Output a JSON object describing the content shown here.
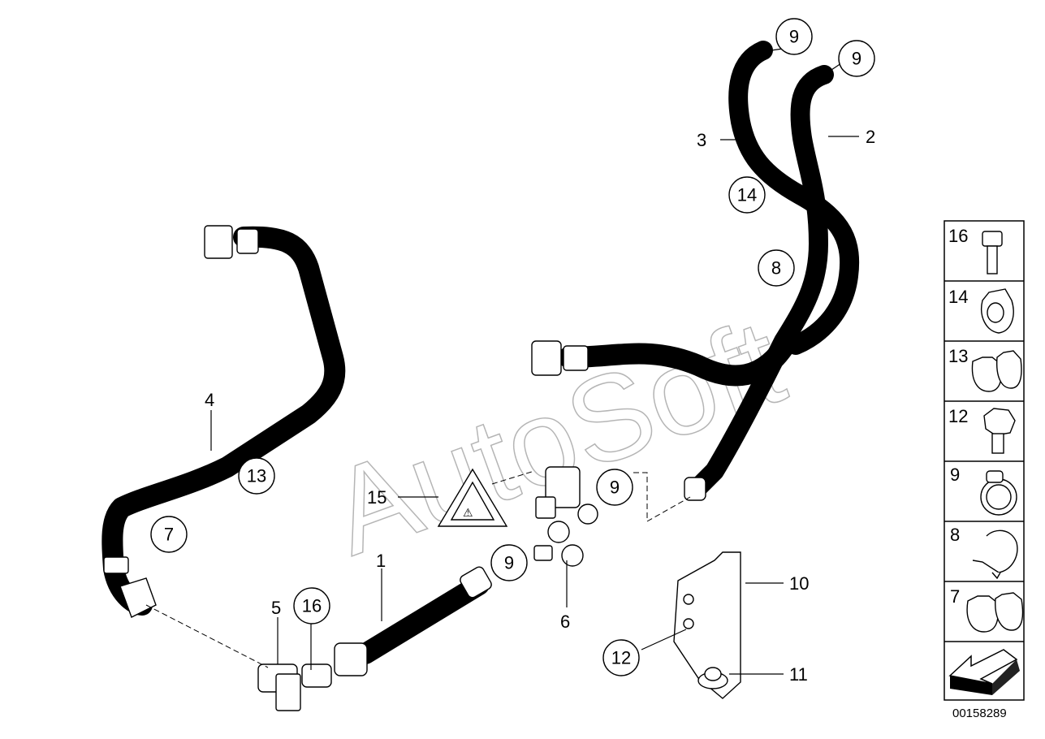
{
  "watermark": "AutoSoft",
  "drawing_code": "00158289",
  "callouts": [
    {
      "id": "c9a",
      "text": "9"
    },
    {
      "id": "c9b",
      "text": "9"
    },
    {
      "id": "c14",
      "text": "14"
    },
    {
      "id": "c8",
      "text": "8"
    },
    {
      "id": "c13",
      "text": "13"
    },
    {
      "id": "c7",
      "text": "7"
    },
    {
      "id": "c16",
      "text": "16"
    },
    {
      "id": "c9c",
      "text": "9"
    },
    {
      "id": "c9d",
      "text": "9"
    },
    {
      "id": "c12",
      "text": "12"
    }
  ],
  "labels": [
    {
      "id": "l3",
      "text": "3"
    },
    {
      "id": "l2",
      "text": "2"
    },
    {
      "id": "l4",
      "text": "4"
    },
    {
      "id": "l15",
      "text": "15"
    },
    {
      "id": "l1",
      "text": "1"
    },
    {
      "id": "l6",
      "text": "6"
    },
    {
      "id": "l5",
      "text": "5"
    },
    {
      "id": "l10",
      "text": "10"
    },
    {
      "id": "l11",
      "text": "11"
    }
  ],
  "legend": [
    {
      "number": "16",
      "icon": "bolt-icon"
    },
    {
      "number": "14",
      "icon": "hose-clamp-icon"
    },
    {
      "number": "13",
      "icon": "double-clip-icon"
    },
    {
      "number": "12",
      "icon": "hex-bolt-icon"
    },
    {
      "number": "9",
      "icon": "hose-clip-icon"
    },
    {
      "number": "8",
      "icon": "spring-clip-icon"
    },
    {
      "number": "7",
      "icon": "double-clip-icon"
    },
    {
      "number": "",
      "icon": "direction-arrow-icon"
    }
  ]
}
